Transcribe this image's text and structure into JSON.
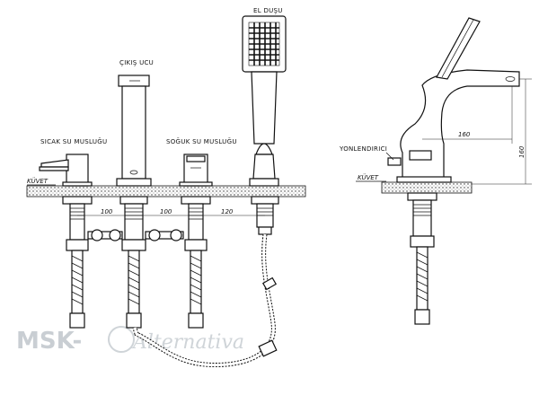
{
  "labels": {
    "el_dusu": "EL DUŞU",
    "cikis_ucu": "ÇIKIŞ UCU",
    "sicak_su": "SICAK SU MUSLUĞU",
    "soguk_su": "SOĞUK SU MUSLUĞU",
    "yonlendirici": "YONLENDIRICI",
    "kuvet_left": "KÜVET",
    "kuvet_right": "KÜVET"
  },
  "dimensions": {
    "d1": "100",
    "d2": "100",
    "d3": "120",
    "d4": "160",
    "d5": "160"
  },
  "watermark": {
    "brand": "MSK-",
    "script": "Alternativa"
  }
}
